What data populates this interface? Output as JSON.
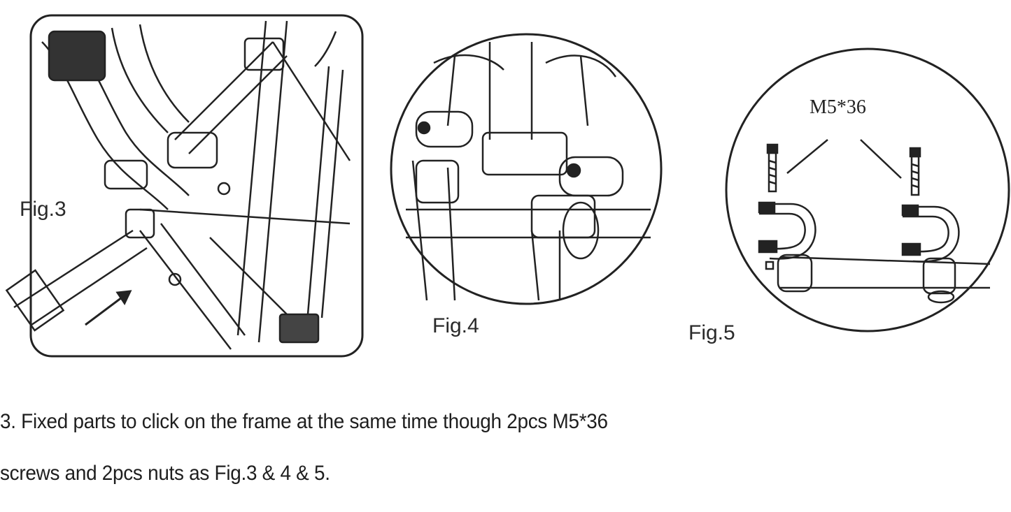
{
  "figures": [
    {
      "id": "fig3",
      "label": "Fig.3",
      "shape": "rounded-square",
      "subject": "stroller-frame-joint-overview"
    },
    {
      "id": "fig4",
      "label": "Fig.4",
      "shape": "circle",
      "subject": "clamps-on-frame-closeup"
    },
    {
      "id": "fig5",
      "label": "Fig.5",
      "shape": "circle",
      "subject": "clamps-and-screws-detail"
    }
  ],
  "fig5_callout": "M5*36",
  "caption": {
    "line1": "3. Fixed parts to click on the frame at the same time though 2pcs M5*36",
    "line2": "screws and 2pcs nuts as Fig.3 & 4 & 5."
  }
}
